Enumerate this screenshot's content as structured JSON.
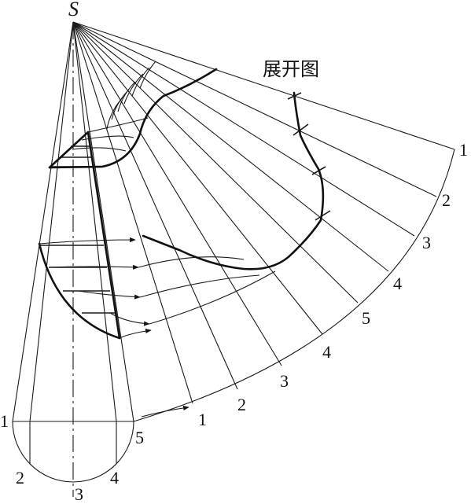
{
  "apex_label": "S",
  "title_label": "展开图",
  "base_labels": [
    "1",
    "2",
    "3",
    "4",
    "5"
  ],
  "arc_labels": [
    "1",
    "2",
    "3",
    "4",
    "5",
    "4",
    "3",
    "2",
    "1"
  ]
}
